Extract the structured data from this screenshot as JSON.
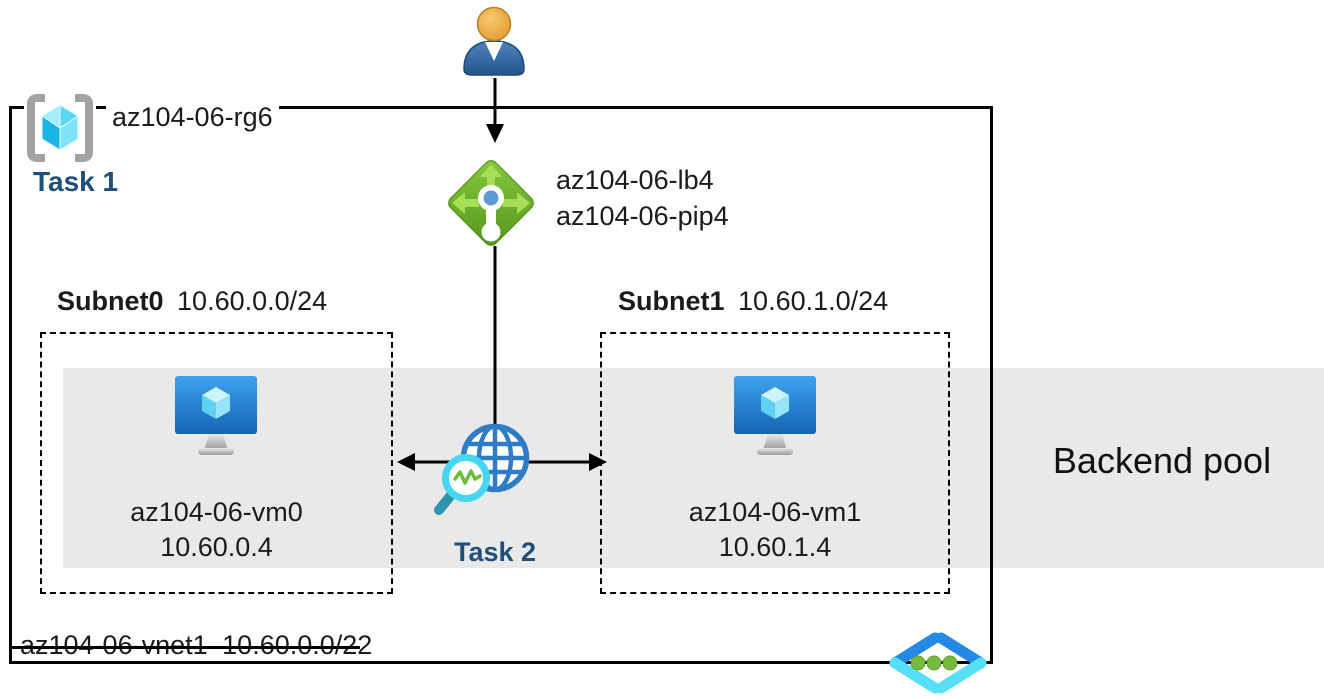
{
  "diagram": {
    "resource_group": {
      "name": "az104-06-rg6",
      "task_label": "Task 1"
    },
    "load_balancer": {
      "name": "az104-06-lb4",
      "public_ip": "az104-06-pip4"
    },
    "task2_label": "Task 2",
    "backend_pool_label": "Backend pool",
    "subnets": [
      {
        "name": "Subnet0",
        "cidr": "10.60.0.0/24",
        "vm": {
          "name": "az104-06-vm0",
          "ip": "10.60.0.4"
        }
      },
      {
        "name": "Subnet1",
        "cidr": "10.60.1.0/24",
        "vm": {
          "name": "az104-06-vm1",
          "ip": "10.60.1.4"
        }
      }
    ],
    "vnet": {
      "name": "az104-06-vnet1",
      "cidr": "10.60.0.0/22"
    }
  },
  "icons": {
    "user": "user-icon",
    "resource_group": "resource-group-brackets-icon",
    "load_balancer": "load-balancer-icon",
    "virtual_machine": "vm-monitor-icon",
    "globe": "globe-icon",
    "monitor_magnifier": "magnifier-pulse-icon",
    "code": "code-brackets-icon",
    "arrow": "flow-arrow"
  },
  "colors": {
    "accent_navy": "#1F4E79",
    "lb_green": "#6FB32B",
    "lb_arrow_green": "#A6DE56",
    "band_gray": "#E9E9E9",
    "azure_blue": "#2E7CC7",
    "vm_blue": "#2186DC",
    "cube_cyan": "#53D4F5",
    "code_green": "#76B93D",
    "line_black": "#000000"
  }
}
